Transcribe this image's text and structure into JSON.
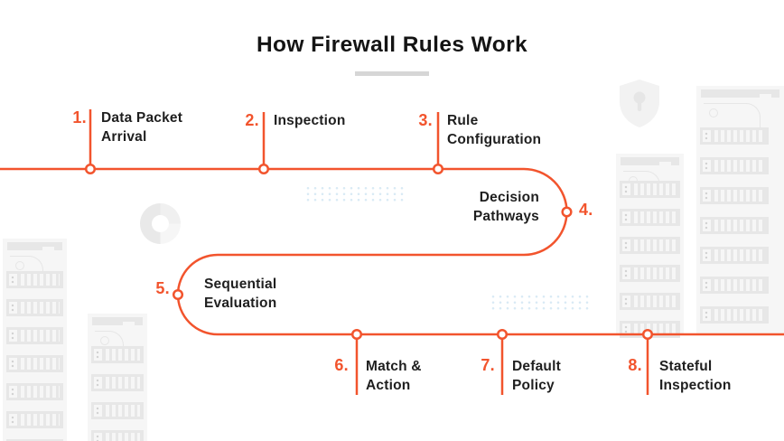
{
  "title": {
    "text": "How Firewall Rules Work"
  },
  "steps": [
    {
      "number": "1.",
      "label": "Data Packet\nArrival"
    },
    {
      "number": "2.",
      "label": "Inspection"
    },
    {
      "number": "3.",
      "label": "Rule\nConfiguration"
    },
    {
      "number": "4.",
      "label": "Decision\nPathways"
    },
    {
      "number": "5.",
      "label": "Sequential\nEvaluation"
    },
    {
      "number": "6.",
      "label": "Match &\nAction"
    },
    {
      "number": "7.",
      "label": "Default\nPolicy"
    },
    {
      "number": "8.",
      "label": "Stateful\nInspection"
    }
  ],
  "colors": {
    "accent": "#F2542D",
    "text": "#1F1F1F",
    "title_underline": "#D6D6D6",
    "decoration_body": "#F6F6F6",
    "decoration_mid": "#E7E7E7",
    "dots_blue": "#D9EAF5"
  },
  "icons": {
    "shield": "shield-lock-icon",
    "donut": "donut-ring-icon",
    "dot_grid": "dot-grid-decoration",
    "server_rack": "server-rack-decoration"
  }
}
